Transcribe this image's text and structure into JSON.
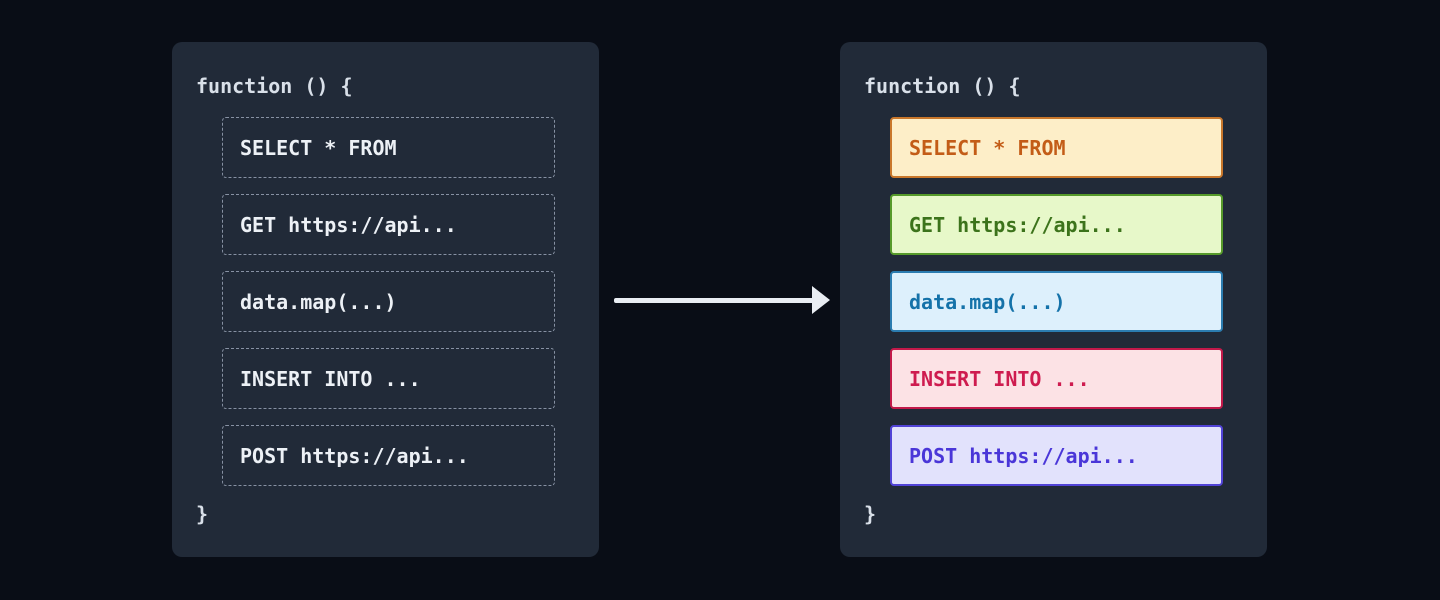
{
  "colors": {
    "background": "#090d16",
    "panel_background": "#212a38",
    "arrow": "#e9edf3",
    "header_text": "#d9e0e9",
    "plain_item_text": "#edf1f6",
    "dashed_border": "#8791a3"
  },
  "left_panel": {
    "header": "function () {",
    "footer": "}",
    "items": [
      {
        "label": "SELECT * FROM"
      },
      {
        "label": "GET https://api..."
      },
      {
        "label": "data.map(...)"
      },
      {
        "label": "INSERT INTO ..."
      },
      {
        "label": "POST https://api..."
      }
    ]
  },
  "right_panel": {
    "header": "function () {",
    "footer": "}",
    "items": [
      {
        "label": "SELECT * FROM",
        "bg": "#fdeec8",
        "border": "#c9772b",
        "text": "#c35c17"
      },
      {
        "label": "GET https://api...",
        "bg": "#e7f8c9",
        "border": "#569a2a",
        "text": "#3c731b"
      },
      {
        "label": "data.map(...)",
        "bg": "#ddf0fc",
        "border": "#2b7cb0",
        "text": "#1472a9"
      },
      {
        "label": "INSERT INTO ...",
        "bg": "#fce2e5",
        "border": "#c2194a",
        "text": "#ce1b4f"
      },
      {
        "label": "POST https://api...",
        "bg": "#e2e2fc",
        "border": "#5143d6",
        "text": "#4a36d8"
      }
    ]
  }
}
